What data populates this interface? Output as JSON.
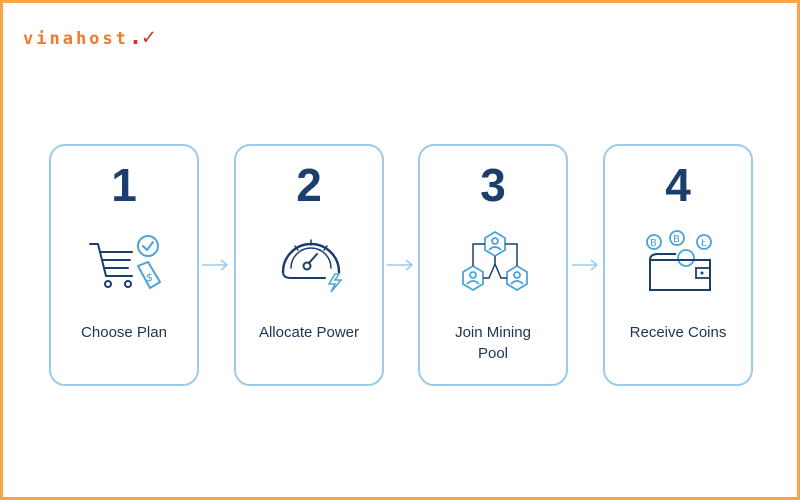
{
  "brand": {
    "logo_text": "vinahost",
    "logo_mark": ".✓"
  },
  "steps": [
    {
      "number": "1",
      "label": "Choose Plan",
      "icon": "shopping-cart-icon"
    },
    {
      "number": "2",
      "label": "Allocate Power",
      "icon": "speedometer-icon"
    },
    {
      "number": "3",
      "label": "Join Mining Pool",
      "icon": "network-users-icon"
    },
    {
      "number": "4",
      "label": "Receive Coins",
      "icon": "wallet-coins-icon"
    }
  ],
  "colors": {
    "frame": "#f7a54a",
    "card_border": "#9ccbe9",
    "number": "#1b3f6c",
    "accent": "#4aa3d8"
  }
}
